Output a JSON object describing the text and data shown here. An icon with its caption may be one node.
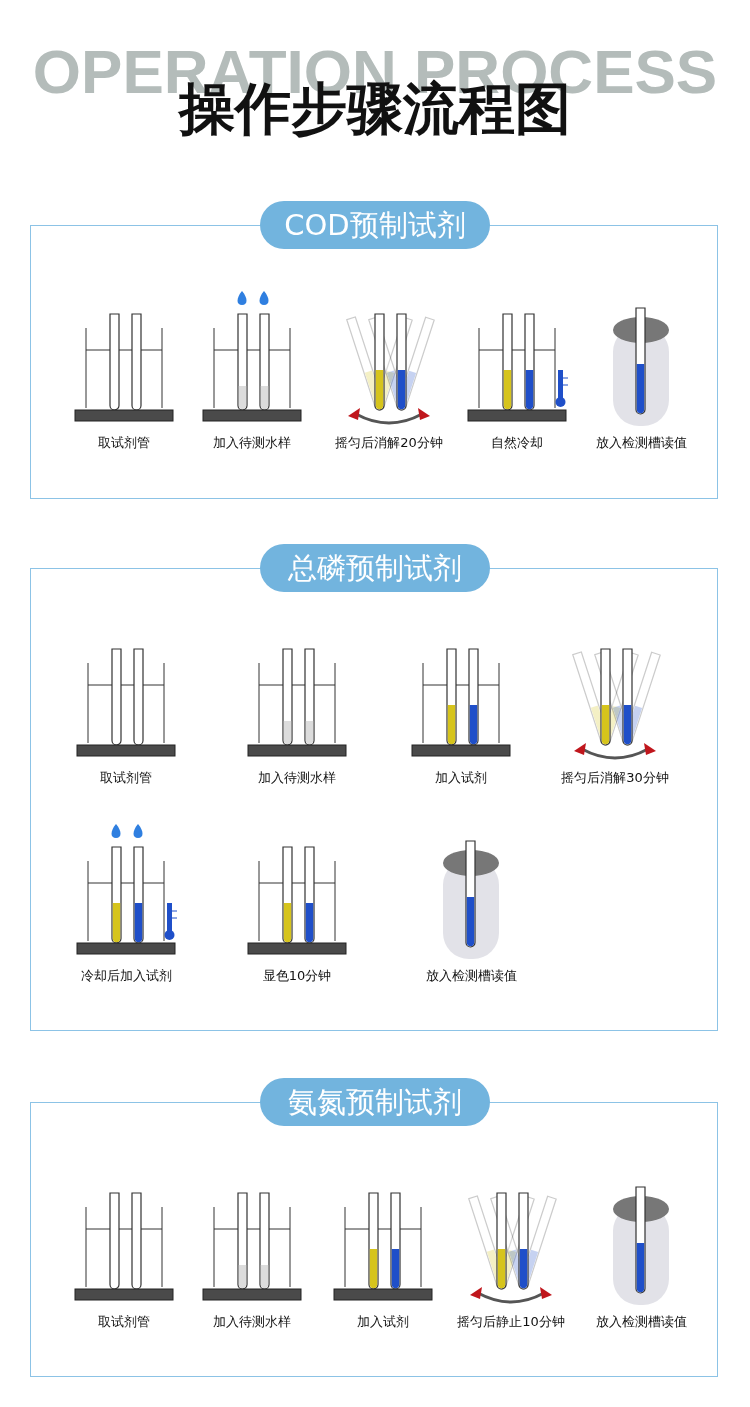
{
  "diagram": {
    "title": "操作步骤流程图",
    "nodes": [
      {
        "text": [
          "COD预制试剂"
        ]
      },
      {
        "text": [
          "取试剂管"
        ],
        "in": 0
      },
      {
        "text": [
          "加入待测水样"
        ],
        "in": 0
      },
      {
        "text": [
          "摇匀后消解20分钟"
        ],
        "in": 0
      },
      {
        "text": [
          "自然冷却"
        ],
        "in": 0
      },
      {
        "text": [
          "放入检测槽读值"
        ],
        "in": 0
      },
      {
        "text": [
          "总磷预制试剂"
        ]
      },
      {
        "text": [
          "取试剂管"
        ],
        "in": 6
      },
      {
        "text": [
          "加入待测水样"
        ],
        "in": 6
      },
      {
        "text": [
          "加入试剂"
        ],
        "in": 6
      },
      {
        "text": [
          "摇匀后消解30分钟"
        ],
        "in": 6
      },
      {
        "text": [
          "冷却后加入试剂"
        ],
        "in": 6
      },
      {
        "text": [
          "显色10分钟"
        ],
        "in": 6
      },
      {
        "text": [
          "放入检测槽读值"
        ],
        "in": 6
      },
      {
        "text": [
          "氨氮预制试剂"
        ]
      },
      {
        "text": [
          "取试剂管"
        ],
        "in": 14
      },
      {
        "text": [
          "加入待测水样"
        ],
        "in": 14
      },
      {
        "text": [
          "加入试剂"
        ],
        "in": 14
      },
      {
        "text": [
          "摇匀后静止10分钟"
        ],
        "in": 14
      },
      {
        "text": [
          "放入检测槽读值"
        ],
        "in": 14
      }
    ],
    "labels": [
      "OPERATION PROCESS"
    ]
  }
}
